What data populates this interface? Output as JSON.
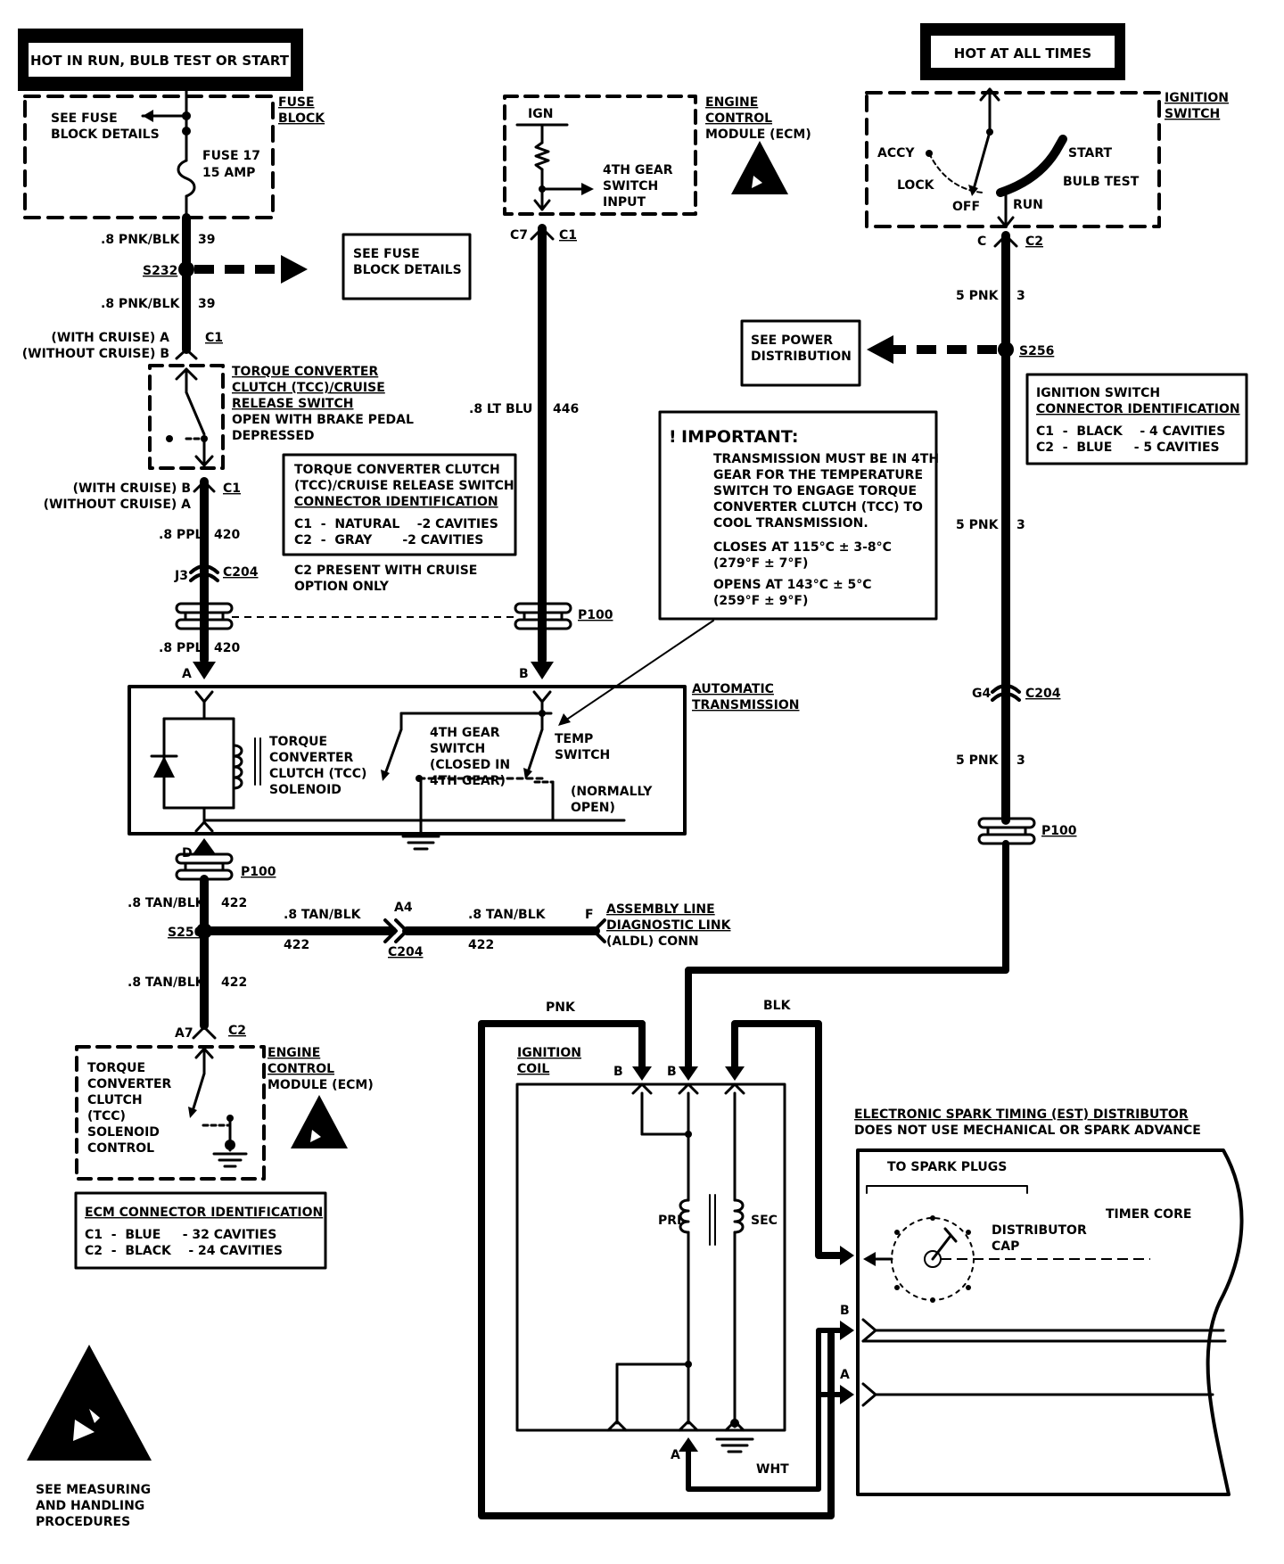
{
  "hdr_left": "HOT IN RUN, BULB TEST OR START",
  "hdr_right": "HOT AT ALL TIMES",
  "fuse_see1": "SEE FUSE",
  "fuse_see2": "BLOCK DETAILS",
  "fuse17a": "FUSE 17",
  "fuse17b": "15 AMP",
  "fuseblock1": "FUSE",
  "fuseblock2": "BLOCK",
  "w1a": ".8 PNK/BLK",
  "w1b": "39",
  "s232": "S232",
  "see_fuse2a": "SEE FUSE",
  "see_fuse2b": "BLOCK DETAILS",
  "w2a": ".8 PNK/BLK",
  "w2b": "39",
  "with_cruise_a": "(WITH CRUISE) A",
  "without_cruise_b": "(WITHOUT CRUISE) B",
  "c1_top": "C1",
  "tcc_sw1": "TORQUE CONVERTER",
  "tcc_sw2": "CLUTCH (TCC)/CRUISE",
  "tcc_sw3": "RELEASE SWITCH",
  "tcc_sw4": "OPEN WITH BRAKE PEDAL",
  "tcc_sw5": "DEPRESSED",
  "with_cruise_b": "(WITH CRUISE) B",
  "without_cruise_a": "(WITHOUT CRUISE) A",
  "c1_mid": "C1",
  "tccid1": "TORQUE CONVERTER CLUTCH",
  "tccid2": "(TCC)/CRUISE RELEASE SWITCH",
  "tccid3": "CONNECTOR IDENTIFICATION",
  "tccid_r1": "C1  -  NATURAL    -2 CAVITIES",
  "tccid_r2": "C2  -  GRAY       -2 CAVITIES",
  "c2note1": "C2 PRESENT WITH CRUISE",
  "c2note2": "OPTION ONLY",
  "w3a": ".8 PPL",
  "w3b": "420",
  "j3": "J3",
  "c204a": "C204",
  "w4a": ".8 PPL",
  "w4b": "420",
  "pinA": "A",
  "pinB": "B",
  "pinD": "D",
  "ign": "IGN",
  "ecm_in1": "4TH GEAR",
  "ecm_in2": "SWITCH",
  "ecm_in3": "INPUT",
  "ecm1a": "ENGINE",
  "ecm1b": "CONTROL",
  "ecm1c": "MODULE (ECM)",
  "c7": "C7",
  "c1_ecm": "C1",
  "w5a": ".8 LT BLU",
  "w5b": "446",
  "p100a": "P100",
  "imp_title": "IMPORTANT:",
  "imp1": "TRANSMISSION MUST BE IN 4TH",
  "imp2": "GEAR FOR THE TEMPERATURE",
  "imp3": "SWITCH TO ENGAGE TORQUE",
  "imp4": "CONVERTER CLUTCH (TCC) TO",
  "imp5": "COOL TRANSMISSION.",
  "imp6": "CLOSES AT 115°C ± 3-8°C",
  "imp7": "(279°F ± 7°F)",
  "imp8": "OPENS AT 143°C ± 5°C",
  "imp9": "(259°F ± 9°F)",
  "auto1": "AUTOMATIC",
  "auto2": "TRANSMISSION",
  "sol1": "TORQUE",
  "sol2": "CONVERTER",
  "sol3": "CLUTCH (TCC)",
  "sol4": "SOLENOID",
  "g4a": "4TH GEAR",
  "g4b": "SWITCH",
  "g4c": "(CLOSED IN",
  "g4d": "4TH GEAR)",
  "tmp1": "TEMP",
  "tmp2": "SWITCH",
  "no1": "(NORMALLY",
  "no2": "OPEN)",
  "p100b": "P100",
  "w6a": ".8 TAN/BLK",
  "w6b": "422",
  "s250": "S250",
  "w7a": ".8 TAN/BLK",
  "w7b": "422",
  "a4": "A4",
  "c204b": "C204",
  "w8a": ".8 TAN/BLK",
  "w8b": "422",
  "aldl_f": "F",
  "aldl1": "ASSEMBLY LINE",
  "aldl2": "DIAGNOSTIC LINK",
  "aldl3": "(ALDL) CONN",
  "w9a": ".8 TAN/BLK",
  "w9b": "422",
  "a7": "A7",
  "c2_ecm": "C2",
  "ecm2_1": "TORQUE",
  "ecm2_2": "CONVERTER",
  "ecm2_3": "CLUTCH",
  "ecm2_4": "(TCC)",
  "ecm2_5": "SOLENOID",
  "ecm2_6": "CONTROL",
  "ecm2a": "ENGINE",
  "ecm2b": "CONTROL",
  "ecm2c": "MODULE (ECM)",
  "ecmid_t": "ECM CONNECTOR IDENTIFICATION",
  "ecmid_r1": "C1  -  BLUE     - 32 CAVITIES",
  "ecmid_r2": "C2  -  BLACK    - 24 CAVITIES",
  "meas1": "SEE MEASURING",
  "meas2": "AND HANDLING",
  "meas3": "PROCEDURES",
  "igsw1": "IGNITION",
  "igsw2": "SWITCH",
  "accy": "ACCY",
  "lock": "LOCK",
  "off": "OFF",
  "run": "RUN",
  "start": "START",
  "bulbtest": "BULB TEST",
  "pinC": "C",
  "c2_ign": "C2",
  "w10a": "5 PNK",
  "w10b": "3",
  "see_pwr1": "SEE POWER",
  "see_pwr2": "DISTRIBUTION",
  "s256": "S256",
  "igid1": "IGNITION SWITCH",
  "igid2": "CONNECTOR IDENTIFICATION",
  "igid_r1": "C1  -  BLACK    - 4 CAVITIES",
  "igid_r2": "C2  -  BLUE     - 5 CAVITIES",
  "w11a": "5 PNK",
  "w11b": "3",
  "g4": "G4",
  "c204c": "C204",
  "w12a": "5 PNK",
  "w12b": "3",
  "p100c": "P100",
  "pnk": "PNK",
  "blk": "BLK",
  "coil1": "IGNITION",
  "coil2": "COIL",
  "coilB1": "B",
  "coilB2": "B",
  "pri": "PRI",
  "sec": "SEC",
  "coilA": "A",
  "wht": "WHT",
  "est1": "ELECTRONIC SPARK TIMING (EST) DISTRIBUTOR",
  "est2": "DOES NOT USE MECHANICAL OR SPARK ADVANCE",
  "spark": "TO SPARK PLUGS",
  "dcap1": "DISTRIBUTOR",
  "dcap2": "CAP",
  "timer": "TIMER CORE",
  "distB": "B",
  "distA": "A"
}
